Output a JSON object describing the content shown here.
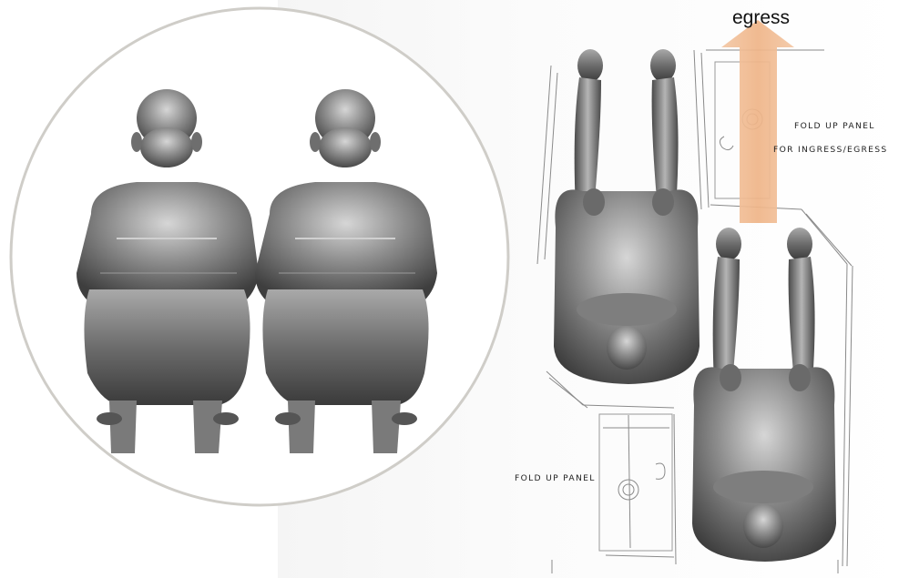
{
  "figure": {
    "arrow_label": "egress",
    "annotations": {
      "top_panel_line1": "FOLD UP PANEL",
      "top_panel_line2": "FOR INGRESS/EGRESS",
      "bottom_panel": "FOLD UP PANEL"
    },
    "colors": {
      "arrow_fill": "#f2b98f",
      "figure_body": "#7d7d7d",
      "circle_outline": "#cfcdc8",
      "sketch_line": "#8a8a8a"
    }
  }
}
